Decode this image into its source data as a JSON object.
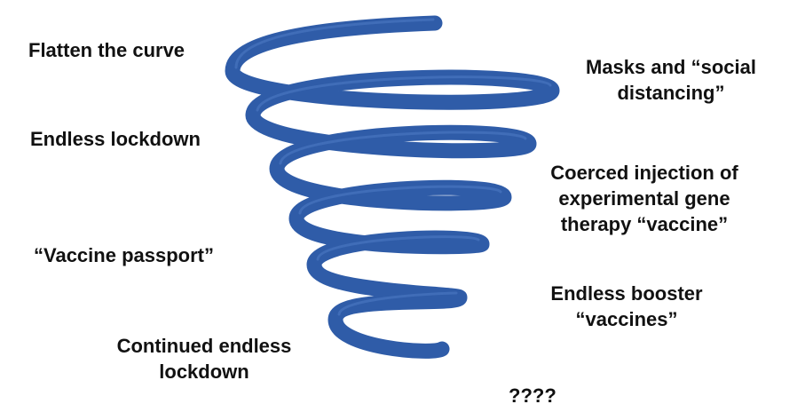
{
  "colors": {
    "spiral": "#2f5ca8",
    "spiral_highlight": "#4f7cc4",
    "text": "#111111",
    "background": "#ffffff"
  },
  "labels": {
    "flatten": "Flatten the curve",
    "masks_line1": "Masks and “social",
    "masks_line2": "distancing”",
    "lockdown": "Endless lockdown",
    "coerced_line1": "Coerced injection of",
    "coerced_line2": "experimental gene",
    "coerced_line3": "therapy “vaccine”",
    "passport": "“Vaccine passport”",
    "booster_line1": "Endless booster",
    "booster_line2": "“vaccines”",
    "continued_line1": "Continued endless",
    "continued_line2": "lockdown",
    "unknown": "????"
  }
}
